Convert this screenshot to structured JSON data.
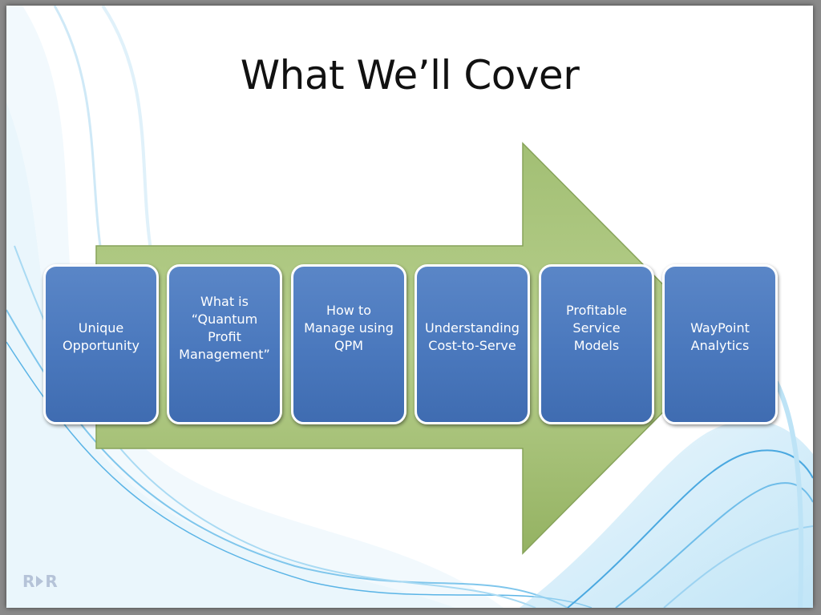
{
  "slide": {
    "title": "What We’ll Cover",
    "steps": [
      {
        "label": "Unique\nOpportunity"
      },
      {
        "label": "What is\n“Quantum\nProfit\nManagement”"
      },
      {
        "label": "How to\nManage using\nQPM"
      },
      {
        "label": "Understanding\nCost-to-Serve"
      },
      {
        "label": "Profitable\nService\nModels"
      },
      {
        "label": "WayPoint\nAnalytics"
      }
    ],
    "logo": {
      "left": "R",
      "right": "R"
    },
    "colors": {
      "box_fill": "#4a78bd",
      "arrow_fill": "#a7c27a",
      "wave_blue": "#5ab4e6"
    }
  }
}
